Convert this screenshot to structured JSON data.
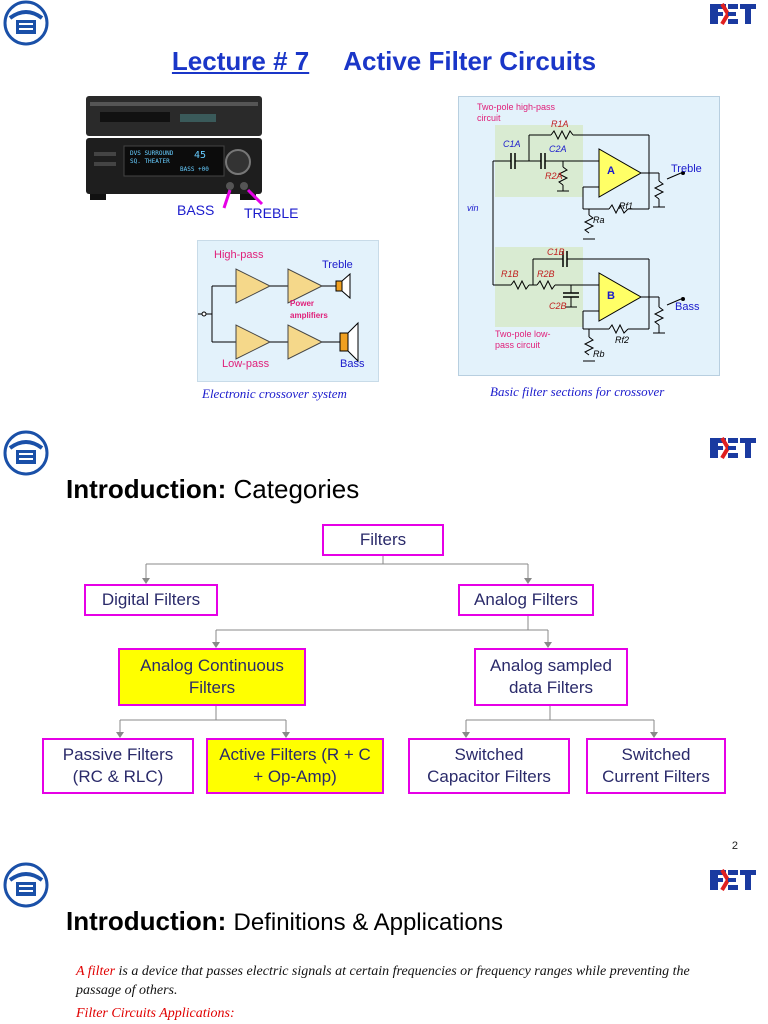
{
  "slide1": {
    "title_lecture": "Lecture # 7",
    "title_topic": "Active Filter Circuits",
    "stereo": {
      "display_line1": "DVS SURROUND",
      "display_line2": "SQ. THEATER",
      "display_line3": "BASS +00",
      "display_number": "45",
      "bass_label": "BASS",
      "treble_label": "TREBLE"
    },
    "crossover": {
      "high_pass": "High-pass",
      "low_pass": "Low-pass",
      "treble": "Treble",
      "bass": "Bass",
      "power_amplifiers": "Power amplifiers",
      "caption": "Electronic crossover system"
    },
    "filter_circuit": {
      "hp_label": "Two-pole high-pass circuit",
      "lp_label": "Two-pole low-pass circuit",
      "r1a": "R1A",
      "c1a": "C1A",
      "c2a": "C2A",
      "r2a": "R2A",
      "amp_a": "A",
      "rf1": "Rf1",
      "ra": "Ra",
      "treble": "Treble",
      "vin": "vin",
      "c1b": "C1B",
      "r1b": "R1B",
      "r2b": "R2B",
      "c2b": "C2B",
      "amp_b": "B",
      "rf2": "Rf2",
      "rb": "Rb",
      "bass": "Bass",
      "caption": "Basic filter sections for crossover"
    }
  },
  "slide2": {
    "heading_bold": "Introduction:",
    "heading_rest": "Categories",
    "tree": {
      "root": "Filters",
      "digital": "Digital Filters",
      "analog": "Analog Filters",
      "continuous": "Analog Continuous Filters",
      "sampled": "Analog sampled data Filters",
      "passive": "Passive Filters (RC & RLC)",
      "active": "Active Filters (R + C + Op-Amp)",
      "switched_cap": "Switched Capacitor Filters",
      "switched_cur": "Switched Current Filters"
    },
    "page_number": "2"
  },
  "slide3": {
    "heading_bold": "Introduction:",
    "heading_rest": "Definitions & Applications",
    "definition_lead": "A filter",
    "definition_rest": "is a device that passes electric signals at certain frequencies or frequency ranges while preventing the passage of others.",
    "applications_heading": "Filter Circuits Applications:"
  },
  "colors": {
    "title_blue": "#1a36c8",
    "box_border": "#e600e6",
    "highlight_yellow": "#ffff00",
    "brand_blue": "#1a3aa0",
    "brand_red": "#e02020"
  }
}
